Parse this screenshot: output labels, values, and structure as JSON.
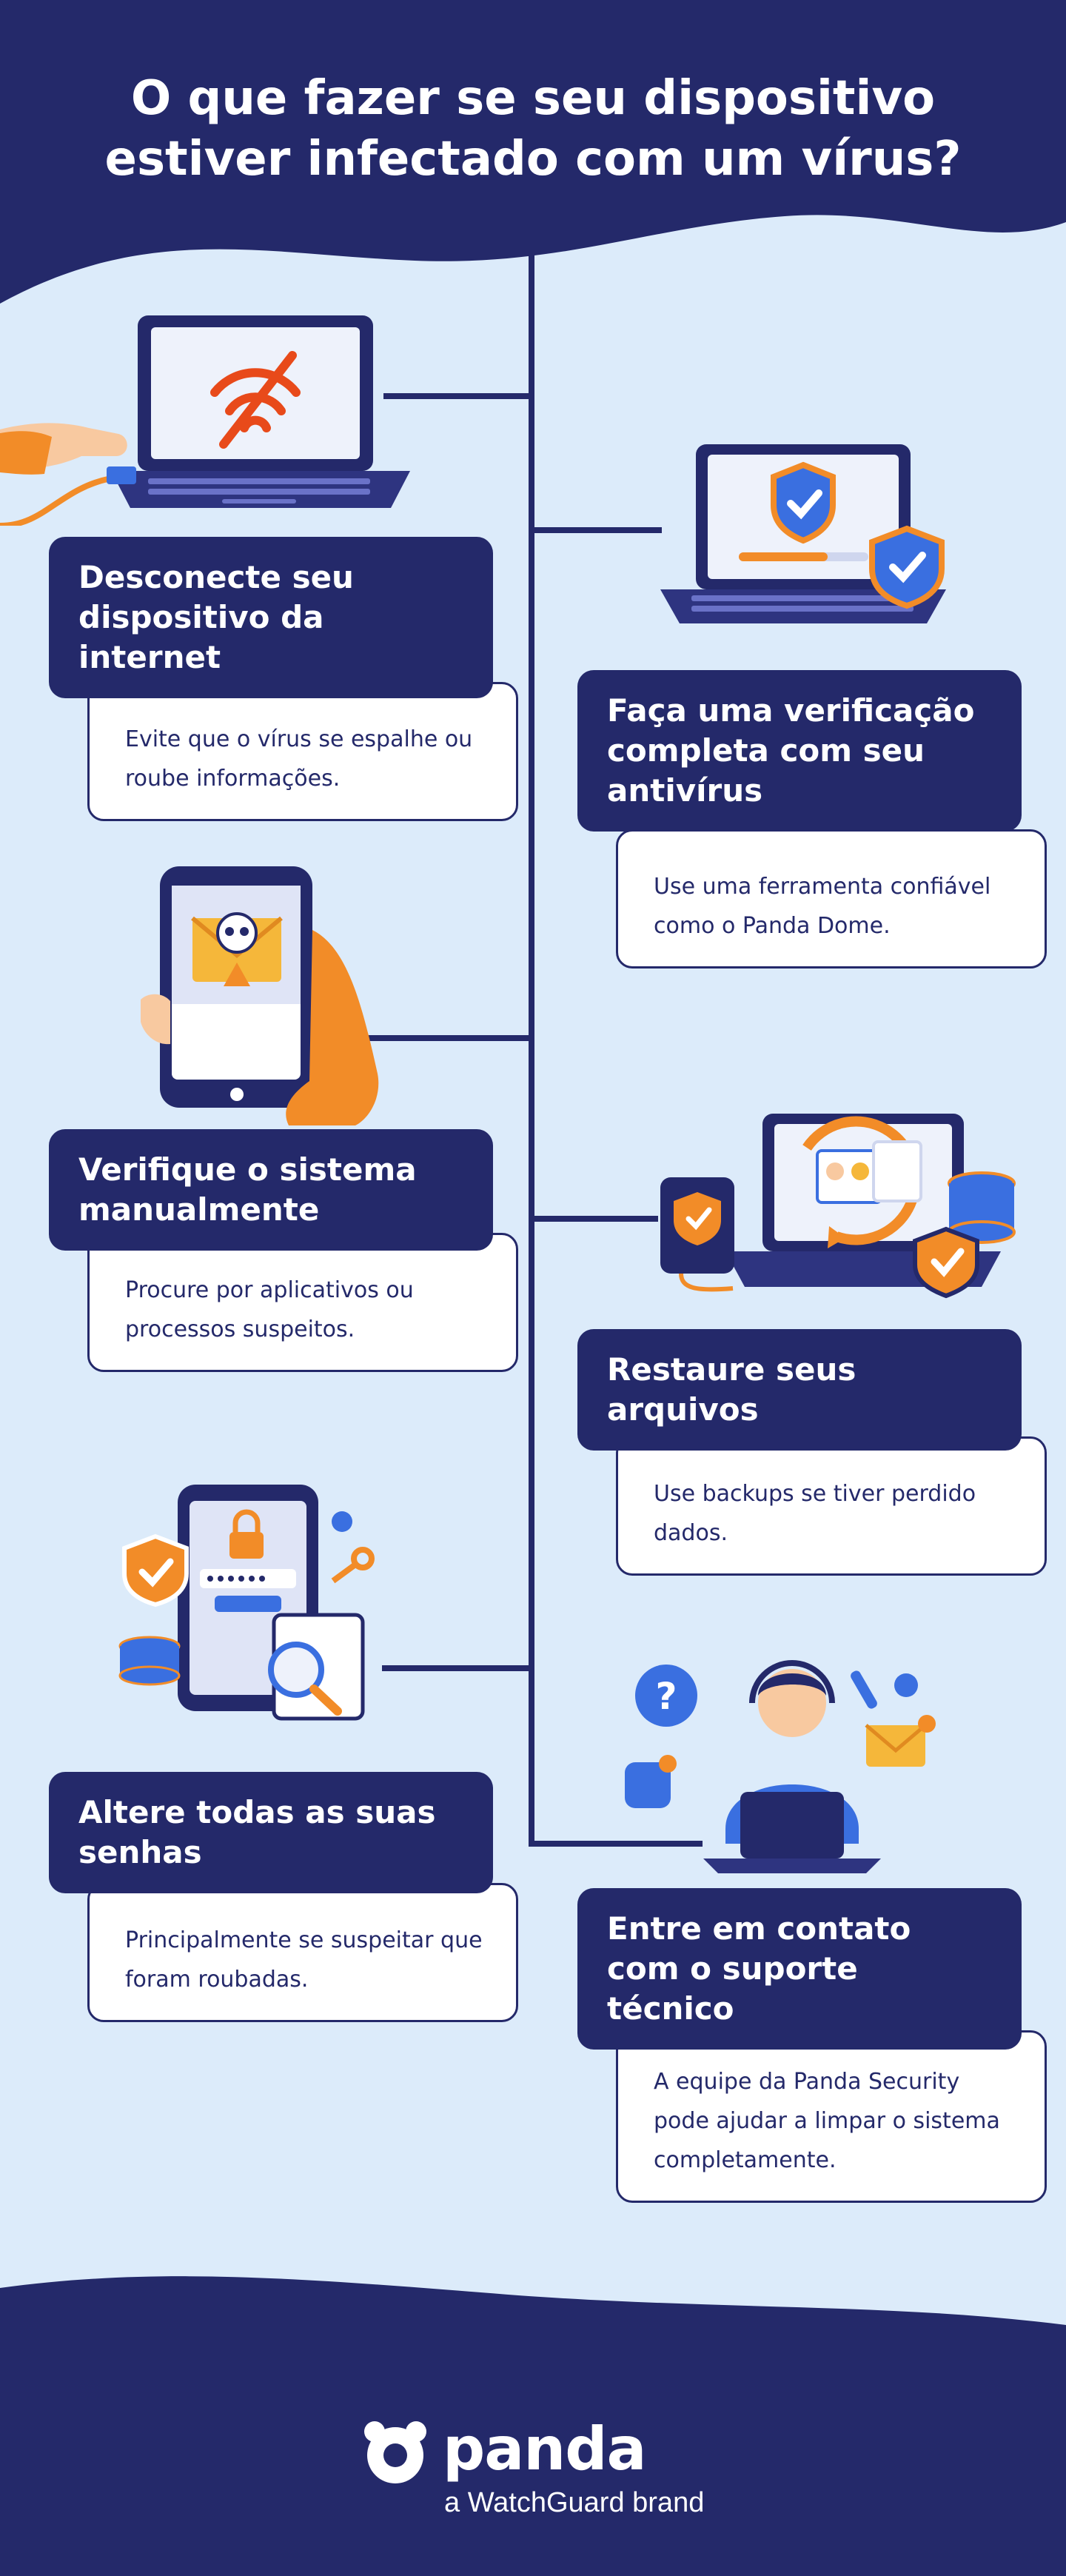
{
  "title": "O que fazer se seu dispositivo estiver infectado com um vírus?",
  "steps": [
    {
      "title": "Desconecte seu dispositivo da internet",
      "description": "Evite que o vírus se espalhe ou roube informações."
    },
    {
      "title": "Faça uma verificação completa com seu antivírus",
      "description": "Use uma ferramenta confiável como o Panda Dome."
    },
    {
      "title": "Verifique o sistema manualmente",
      "description": "Procure por aplicativos ou processos suspeitos."
    },
    {
      "title": "Restaure seus arquivos",
      "description": "Use backups se tiver perdido dados."
    },
    {
      "title": "Altere todas as suas senhas",
      "description": "Principalmente se suspeitar que foram roubadas."
    },
    {
      "title": "Entre em contato com o suporte técnico",
      "description": "A equipe da Panda Security pode ajudar a limpar o sistema completamente."
    }
  ],
  "brand": {
    "wordmark": "panda",
    "tagline": "a WatchGuard brand"
  },
  "colors": {
    "navy": "#24296a",
    "background": "#dcebfa",
    "orange": "#f28c28",
    "blue": "#3a6fe0"
  }
}
